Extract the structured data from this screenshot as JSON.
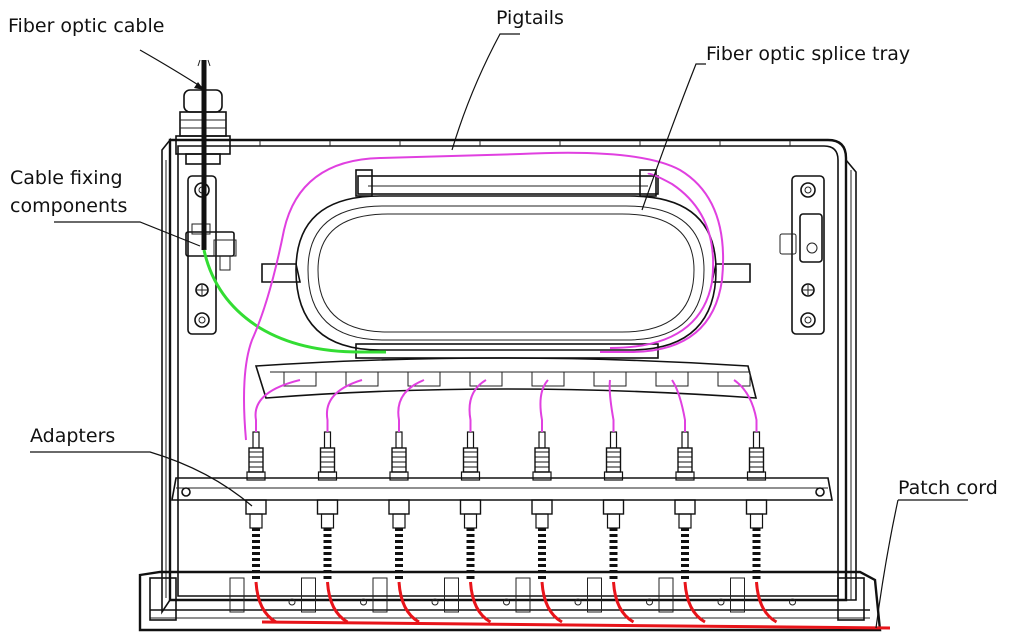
{
  "labels": {
    "fiber_optic_cable": "Fiber optic cable",
    "pigtails": "Pigtails",
    "splice_tray": "Fiber optic splice tray",
    "cable_fixing_1": "Cable fixing",
    "cable_fixing_2": "components",
    "adapters": "Adapters",
    "patch_cord": "Patch cord"
  },
  "colors": {
    "outline": "#111111",
    "pigtail": "#e040e0",
    "incoming_fiber": "#33dd33",
    "patch_cord": "#e8141a"
  },
  "adapter_count": 8
}
